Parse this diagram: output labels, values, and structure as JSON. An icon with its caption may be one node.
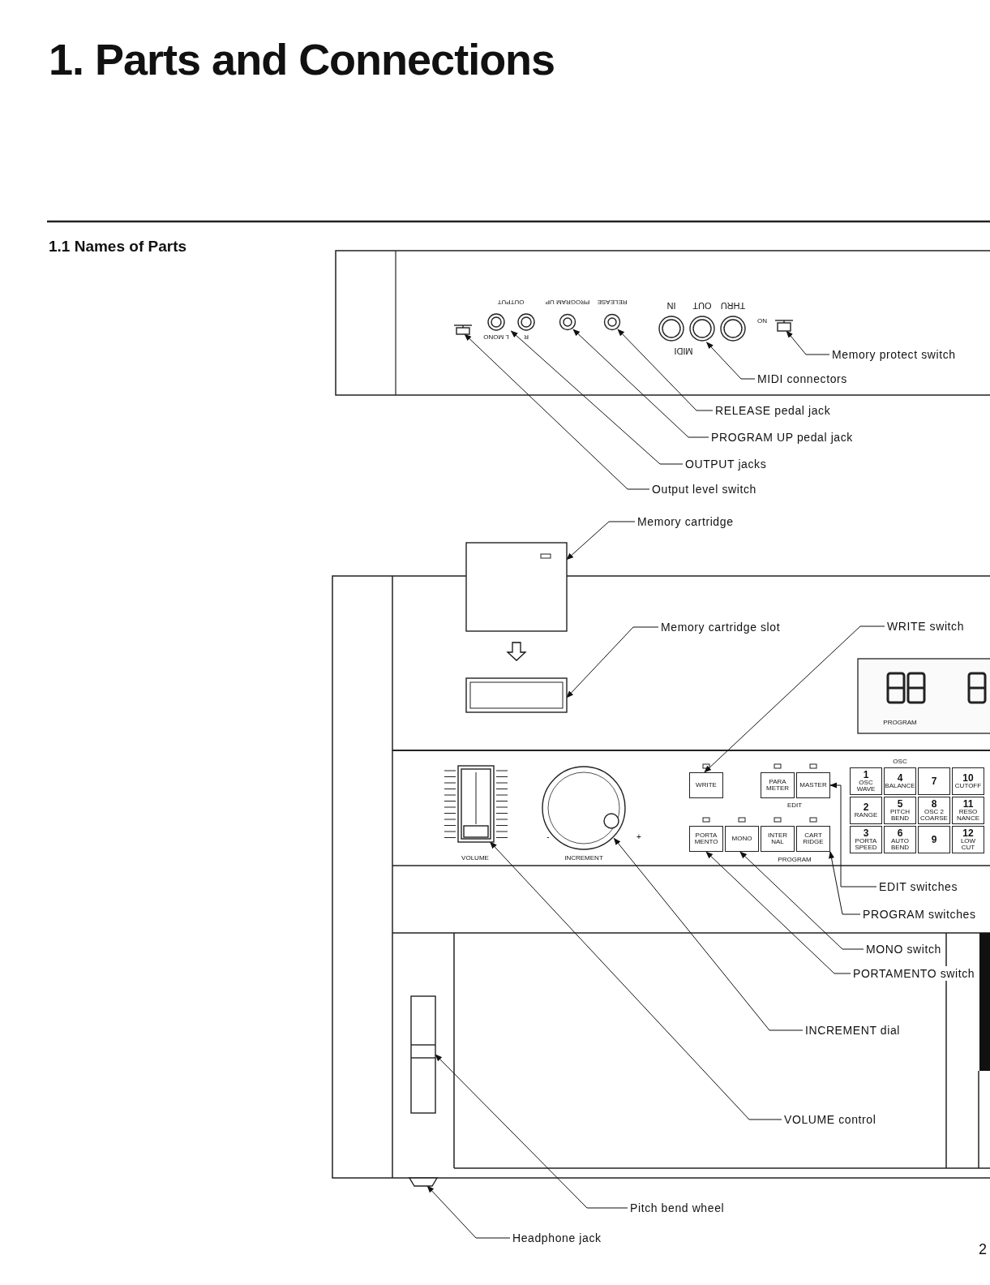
{
  "diagram": {
    "title": "1. Parts and Connections",
    "nodes": [
      {
        "text": [
          "Memory protect switch"
        ]
      },
      {
        "text": [
          "MIDI connectors"
        ]
      },
      {
        "text": [
          "RELEASE pedal jack"
        ]
      },
      {
        "text": [
          "PROGRAM UP pedal jack"
        ]
      },
      {
        "text": [
          "OUTPUT jacks"
        ]
      },
      {
        "text": [
          "Output level switch"
        ]
      },
      {
        "text": [
          "Memory cartridge"
        ]
      },
      {
        "text": [
          "Memory cartridge slot"
        ]
      },
      {
        "text": [
          "WRITE switch"
        ]
      },
      {
        "text": [
          "EDIT switches"
        ]
      },
      {
        "text": [
          "PROGRAM switches"
        ]
      },
      {
        "text": [
          "MONO switch"
        ]
      },
      {
        "text": [
          "PORTAMENTO switch"
        ]
      },
      {
        "text": [
          "INCREMENT dial"
        ]
      },
      {
        "text": [
          "VOLUME control"
        ]
      },
      {
        "text": [
          "Pitch bend wheel"
        ]
      },
      {
        "text": [
          "Headphone jack"
        ]
      },
      {
        "text": [],
        "shape": "box"
      },
      {
        "text": [],
        "shape": "circle"
      },
      {
        "text": [],
        "shape": "circle"
      },
      {
        "text": [],
        "shape": "circle"
      },
      {
        "text": [],
        "shape": "circle"
      },
      {
        "text": [],
        "shape": "box"
      },
      {
        "text": [],
        "shape": "box"
      },
      {
        "text": [],
        "shape": "box"
      },
      {
        "text": [
          "WRITE"
        ]
      },
      {
        "text": [
          "PARA METER"
        ]
      },
      {
        "text": [
          "MASTER"
        ]
      },
      {
        "text": [
          "PORTA MENTO"
        ]
      },
      {
        "text": [
          "MONO"
        ]
      },
      {
        "text": [
          "INTER NAL"
        ]
      },
      {
        "text": [
          "CART RIDGE"
        ]
      },
      {
        "text": [],
        "shape": "circle"
      },
      {
        "text": [],
        "shape": "bar"
      },
      {
        "text": [],
        "shape": "bar"
      },
      {
        "text": [],
        "shape": "box"
      },
      {
        "text": [
          "1",
          "OSC WAVE"
        ]
      },
      {
        "text": [
          "4",
          "BALANCE"
        ]
      },
      {
        "text": [
          "7"
        ]
      },
      {
        "text": [
          "10",
          "CUTOFF"
        ]
      },
      {
        "text": [
          "2",
          "RANGE"
        ]
      },
      {
        "text": [
          "5",
          "PITCH BEND"
        ]
      },
      {
        "text": [
          "8",
          "OSC 2 COARSE"
        ]
      },
      {
        "text": [
          "11",
          "RESO NANCE"
        ]
      },
      {
        "text": [
          "3",
          "PORTA SPEED"
        ]
      },
      {
        "text": [
          "6",
          "AUTO BEND"
        ]
      },
      {
        "text": [
          "9"
        ]
      },
      {
        "text": [
          "12",
          "LOW CUT"
        ]
      }
    ],
    "edges": [
      {
        "from": 0,
        "to": 17,
        "arrow": "to"
      },
      {
        "from": 1,
        "to": 18,
        "arrow": "to"
      },
      {
        "from": 2,
        "to": 19,
        "arrow": "to"
      },
      {
        "from": 3,
        "to": 20,
        "arrow": "to"
      },
      {
        "from": 4,
        "to": 21,
        "arrow": "to"
      },
      {
        "from": 5,
        "to": 22,
        "arrow": "to"
      },
      {
        "from": 6,
        "to": 23,
        "arrow": "to"
      },
      {
        "from": 7,
        "to": 24,
        "arrow": "to"
      },
      {
        "from": 8,
        "to": 25,
        "arrow": "to"
      },
      {
        "from": 9,
        "to": 27,
        "arrow": "to"
      },
      {
        "from": 10,
        "to": 31,
        "arrow": "to"
      },
      {
        "from": 11,
        "to": 29,
        "arrow": "to"
      },
      {
        "from": 12,
        "to": 28,
        "arrow": "to"
      },
      {
        "from": 13,
        "to": 32,
        "arrow": "to"
      },
      {
        "from": 14,
        "to": 33,
        "arrow": "to"
      },
      {
        "from": 15,
        "to": 34,
        "arrow": "to"
      },
      {
        "from": 16,
        "to": 35,
        "arrow": "to"
      },
      {
        "from": 23,
        "to": 24,
        "arrow": "to"
      }
    ],
    "labels": [
      "1.1 Names of Parts",
      "OUTPUT",
      "PROGRAM UP",
      "RELEASE",
      "IN",
      "OUT",
      "THRU",
      "ON",
      "L MONO",
      "R",
      "MIDI",
      "PROGRAM",
      "OSC",
      "EDIT",
      "-",
      "+",
      "VOLUME",
      "INCREMENT",
      "PROGRAM",
      "2"
    ]
  }
}
